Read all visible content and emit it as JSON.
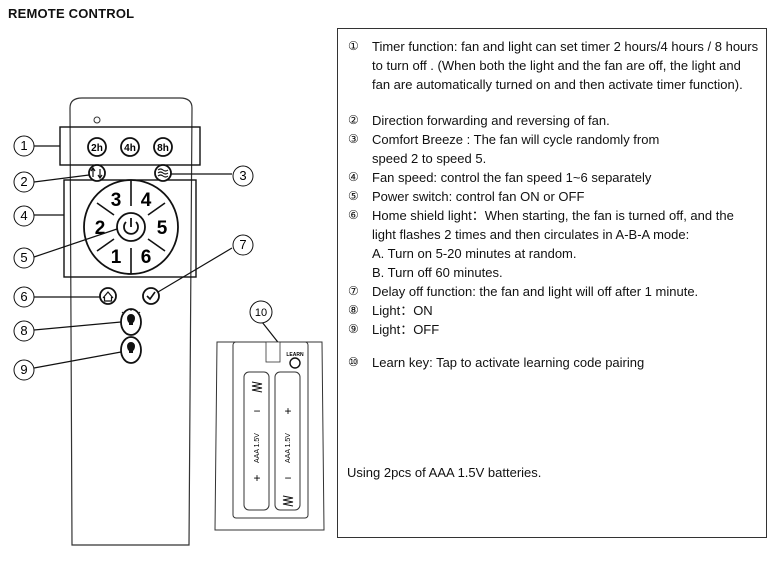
{
  "title": "REMOTE CONTROL",
  "callouts": [
    "①",
    "②",
    "③",
    "④",
    "⑤",
    "⑥",
    "⑦",
    "⑧",
    "⑨",
    "⑩"
  ],
  "remote": {
    "timer_buttons": [
      "2h",
      "4h",
      "8h"
    ],
    "number_keys": [
      "3",
      "4",
      "2",
      "5",
      "1",
      "6"
    ],
    "learn_label": "LEARN",
    "battery_label": "AAA 1.5V",
    "battery_plus": "+",
    "battery_minus": "−"
  },
  "descriptions": [
    {
      "num": "①",
      "text": "Timer function: fan and light can set timer 2 hours/4 hours / 8 hours to turn off . (When both the light and the fan are off, the light and fan are automatically turned on and then activate timer function)."
    },
    {
      "num": "②",
      "text": "Direction forwarding and reversing of fan."
    },
    {
      "num": "③",
      "text": "Comfort Breeze : The fan will cycle randomly from speed 2 to speed 5."
    },
    {
      "num": "④",
      "text": "Fan speed: control the fan speed 1~6 separately"
    },
    {
      "num": "⑤",
      "text": "Power switch: control fan ON or OFF"
    },
    {
      "num": "⑥",
      "text": "Home shield light：When starting, the fan is turned off, and the light flashes 2 times and then circulates in A-B-A mode:"
    },
    {
      "num": "",
      "text": "A. Turn on 5-20 minutes at random."
    },
    {
      "num": "",
      "text": " B. Turn off 60 minutes."
    },
    {
      "num": "⑦",
      "text": "Delay off function: the fan and light will off after 1 minute."
    },
    {
      "num": "⑧",
      "text": "Light：ON"
    },
    {
      "num": "⑨",
      "text": "Light：OFF"
    },
    {
      "num": "⑩",
      "text": "Learn key: Tap to activate learning code pairing"
    }
  ],
  "battery_note": "Using 2pcs of AAA 1.5V batteries."
}
